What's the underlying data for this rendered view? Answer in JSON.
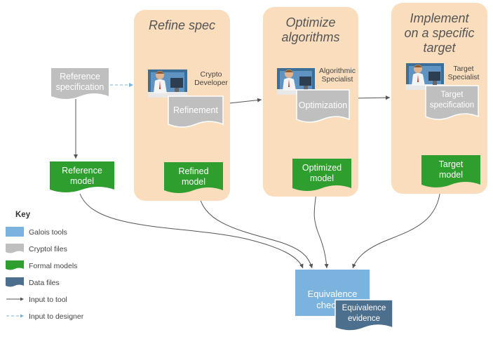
{
  "panels": [
    {
      "title": "Refine spec"
    },
    {
      "title": "Optimize\nalgorithms"
    },
    {
      "title": "Implement\non a specific\ntarget"
    }
  ],
  "docs": {
    "reference_spec": "Reference\nspecification",
    "reference_model": "Reference\nmodel",
    "refinement": "Refinement",
    "refined_model": "Refined\nmodel",
    "optimization": "Optimization",
    "optimized_model": "Optimized\nmodel",
    "target_spec": "Target\nspecification",
    "target_model": "Target\nmodel"
  },
  "roles": {
    "crypto": "Crypto\nDeveloper",
    "algorithmic": "Algorithmic\nSpecialist",
    "target": "Target\nSpecialist"
  },
  "tool": {
    "equivalence_checker": "Equivalence\nchecker",
    "equivalence_evidence": "Equivalence\nevidence"
  },
  "key": {
    "title": "Key",
    "items": [
      {
        "label": "Galois tools",
        "type": "tool"
      },
      {
        "label": "Cryptol files",
        "type": "cryptol"
      },
      {
        "label": "Formal models",
        "type": "formal"
      },
      {
        "label": "Data files",
        "type": "data"
      },
      {
        "label": "Input to tool",
        "type": "arrow-solid"
      },
      {
        "label": "Input to designer",
        "type": "arrow-dashed"
      }
    ]
  },
  "colors": {
    "panel": "#f9ddbd",
    "cryptol_file": "#bfbfbf",
    "formal_model": "#2e9e2e",
    "galois_tool": "#7ab3dd",
    "data_file": "#4d6f8e",
    "arrow": "#555555",
    "dashed_arrow": "#7ab3dd"
  }
}
